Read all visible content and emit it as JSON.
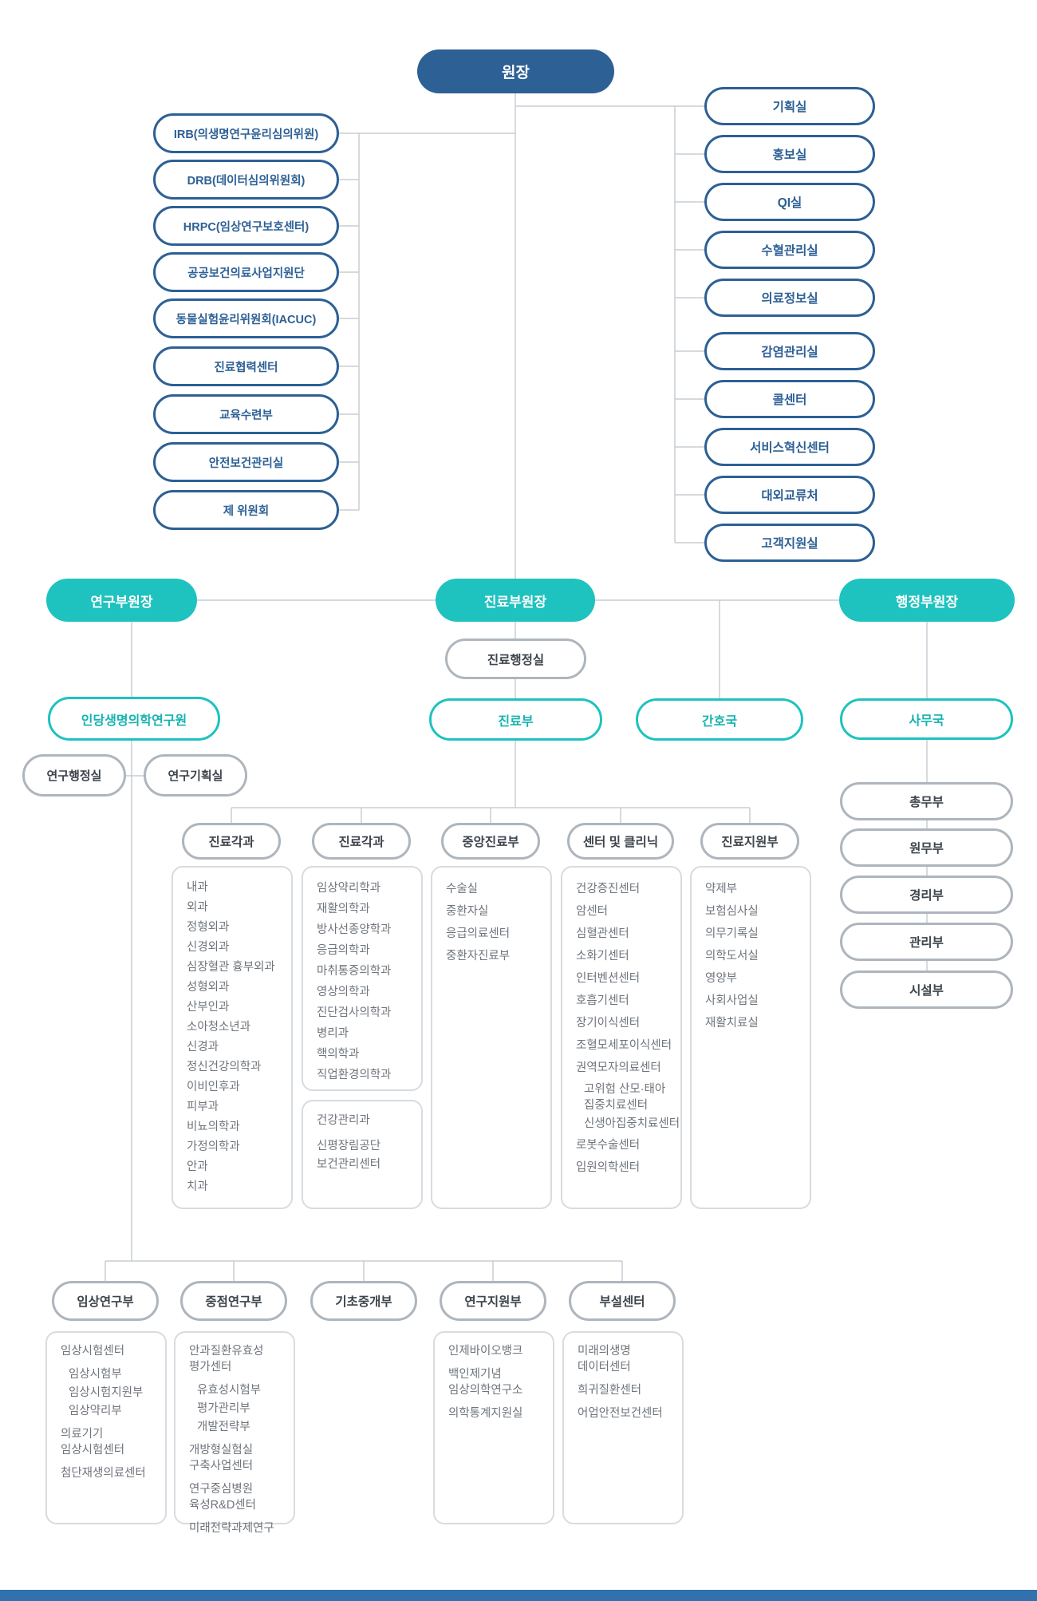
{
  "director": "원장",
  "left_committees": [
    "IRB(의생명연구윤리심의위원)",
    "DRB(데이터심의위원회)",
    "HRPC(임상연구보호센터)",
    "공공보건의료사업지원단",
    "동물실험윤리위원회(IACUC)",
    "진료협력센터",
    "교육수련부",
    "안전보건관리실",
    "제 위원회"
  ],
  "right_offices": [
    "기획실",
    "홍보실",
    "QI실",
    "수혈관리실",
    "의료정보실",
    "감염관리실",
    "콜센터",
    "서비스혁신센터",
    "대외교류처",
    "고객지원실"
  ],
  "vice_directors": {
    "research": "연구부원장",
    "medical": "진료부원장",
    "admin": "행정부원장"
  },
  "medical_admin_office": "진료행정실",
  "research_institute": "인당생명의학연구원",
  "research_offices": [
    "연구행정실",
    "연구기획실"
  ],
  "bureaus": {
    "medical": "진료부",
    "nursing": "간호국",
    "admin": "사무국"
  },
  "admin_departments": [
    "총무부",
    "원무부",
    "경리부",
    "관리부",
    "시설부"
  ],
  "clinical_columns": [
    {
      "header": "진료각과",
      "items": [
        "내과",
        "외과",
        "정형외과",
        "신경외과",
        "심장혈관 흉부외과",
        "성형외과",
        "산부인과",
        "소아청소년과",
        "신경과",
        "정신건강의학과",
        "이비인후과",
        "피부과",
        "비뇨의학과",
        "가정의학과",
        "안과",
        "치과"
      ]
    },
    {
      "header": "진료각과",
      "items": [
        "임상약리학과",
        "재활의학과",
        "방사선종양학과",
        "응급의학과",
        "마취통증의학과",
        "영상의학과",
        "진단검사의학과",
        "병리과",
        "핵의학과",
        "직업환경의학과"
      ],
      "extra_items": [
        "건강관리과",
        {
          "text": "신평장림공단\n보건관리센터",
          "gap": true
        }
      ]
    },
    {
      "header": "중앙진료부",
      "items": [
        "수술실",
        "중환자실",
        "응급의료센터",
        "중환자진료부"
      ]
    },
    {
      "header": "센터 및 클리닉",
      "items": [
        "건강증진센터",
        "암센터",
        "심혈관센터",
        "소화기센터",
        "인터벤션센터",
        "호흡기센터",
        "장기이식센터",
        "조혈모세포이식센터",
        "권역모자의료센터",
        {
          "text": "고위험 산모·태아\n집중치료센터",
          "indent": true
        },
        {
          "text": "신생아집중치료센터",
          "indent": true
        },
        "로봇수술센터",
        "입원의학센터"
      ]
    },
    {
      "header": "진료지원부",
      "items": [
        "약제부",
        "보험심사실",
        "의무기록실",
        "의학도서실",
        "영양부",
        "사회사업실",
        "재활치료실"
      ]
    }
  ],
  "research_columns": [
    {
      "header": "임상연구부",
      "items": [
        "임상시험센터",
        {
          "text": "임상시험부",
          "indent": true,
          "gap": true
        },
        {
          "text": "임상시험지원부",
          "indent": true
        },
        {
          "text": "임상약리부",
          "indent": true
        },
        {
          "text": "의료기기\n임상시험센터",
          "gap": true
        },
        {
          "text": "첨단재생의료센터",
          "gap": true
        }
      ]
    },
    {
      "header": "중점연구부",
      "items": [
        {
          "text": "안과질환유효성\n평가센터"
        },
        {
          "text": "유효성시험부",
          "indent": true,
          "gap": true
        },
        {
          "text": "평가관리부",
          "indent": true
        },
        {
          "text": "개발전략부",
          "indent": true
        },
        {
          "text": "개방형실험실\n구축사업센터",
          "gap": true
        },
        {
          "text": "연구중심병원\n육성R&D센터",
          "gap": true
        },
        {
          "text": "미래전략과제연구",
          "gap": true
        }
      ]
    },
    {
      "header": "기초중개부",
      "items": []
    },
    {
      "header": "연구지원부",
      "items": [
        "인제바이오뱅크",
        {
          "text": "백인제기념\n임상의학연구소",
          "gap": true
        },
        {
          "text": "의학통계지원실",
          "gap": true
        }
      ]
    },
    {
      "header": "부설센터",
      "items": [
        {
          "text": "미래의생명\n데이터센터"
        },
        {
          "text": "희귀질환센터",
          "gap": true
        },
        {
          "text": "어업안전보건센터",
          "gap": true
        }
      ]
    }
  ],
  "colors": {
    "primary_blue": "#2d6095",
    "teal": "#1ec2bf",
    "gray_border": "#aeb5bd",
    "panel_border": "#d8dbdf",
    "connector_line": "#c8cdd2",
    "list_text": "#6f757c",
    "dark_text": "#3d444b",
    "footer_blue": "#3171ad"
  }
}
